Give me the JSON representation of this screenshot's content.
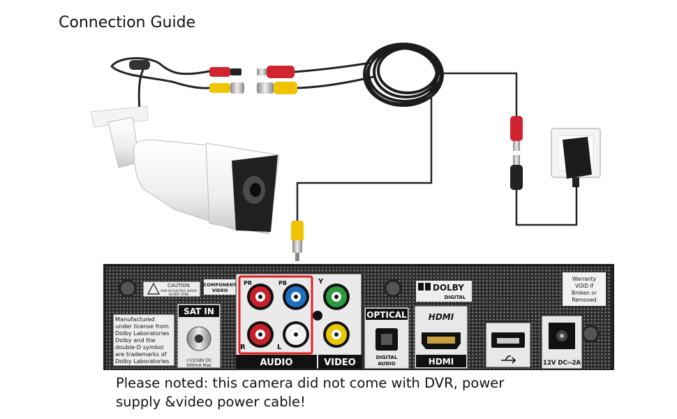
{
  "title": "Connection Guide",
  "note": {
    "line1": "Please noted: this camera did not come with DVR, power",
    "line2": "supply &video power cable!"
  },
  "dvr": {
    "caution_label": "CAUTION",
    "caution_sub1": "RISK OF ELECTRIC SHOCK",
    "caution_sub2": "DO NOT OPEN",
    "component_video_label": "COMPONENT VIDEO",
    "component_video_line1": "COMPONENT",
    "component_video_line2": "VIDEO",
    "pr_label": "PR",
    "pb_label": "PB",
    "y_label": "Y",
    "r_label": "R",
    "l_label": "L",
    "audio_label": "AUDIO",
    "video_label": "VIDEO",
    "sat_in_label": "SAT IN",
    "sat_in_spec1": "+13/18V DC",
    "sat_in_spec2": "500mA Max",
    "dolby_license": [
      "Manufactured",
      "under license from",
      "Dolby Laboratories",
      "Dolby and the",
      "double-D symbol",
      "are trademarks of",
      "Dolby Laboratories"
    ],
    "optical_label": "OPTICAL",
    "digital_audio_line1": "DIGITAL",
    "digital_audio_line2": "AUDIO",
    "dolby_logo": "DOLBY",
    "dolby_digital": "DIGITAL",
    "hdmi_logo": "HDMI",
    "hdmi_label": "HDMI",
    "usb_symbol": "usb-icon",
    "power_label": "12V DC⎓2A",
    "warranty": [
      "Warranty",
      "VOID if",
      "Broken or",
      "Removed"
    ]
  },
  "colors": {
    "dvr_body": "#1e1e1e",
    "audio_highlight": "#e02020",
    "rca_red": "#c8202a",
    "rca_blue": "#1f6fc0",
    "rca_green": "#2a9a3a",
    "rca_yellow": "#e8c600",
    "rca_white": "#f2f2f2",
    "cable": "#222222",
    "bnc_gold": "#e0a020"
  }
}
